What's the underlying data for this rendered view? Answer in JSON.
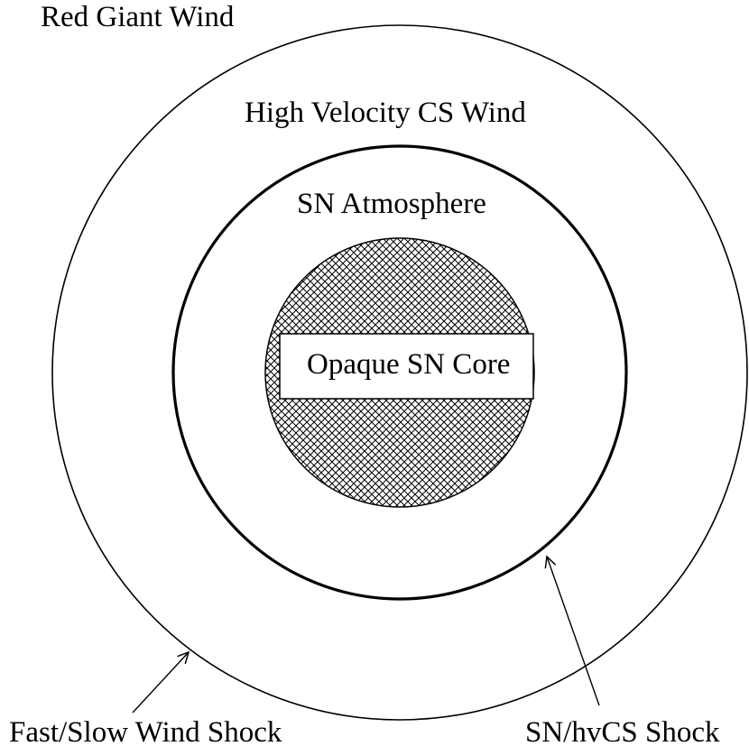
{
  "labels": {
    "outer_region": "Red Giant Wind",
    "middle_region": "High Velocity CS Wind",
    "inner_region": "SN Atmosphere",
    "core": "Opaque SN Core",
    "outer_shock": "Fast/Slow Wind Shock",
    "inner_shock": "SN/hvCS Shock"
  },
  "colors": {
    "line": "#000000",
    "background": "#ffffff",
    "core_hatch": "#000000"
  }
}
